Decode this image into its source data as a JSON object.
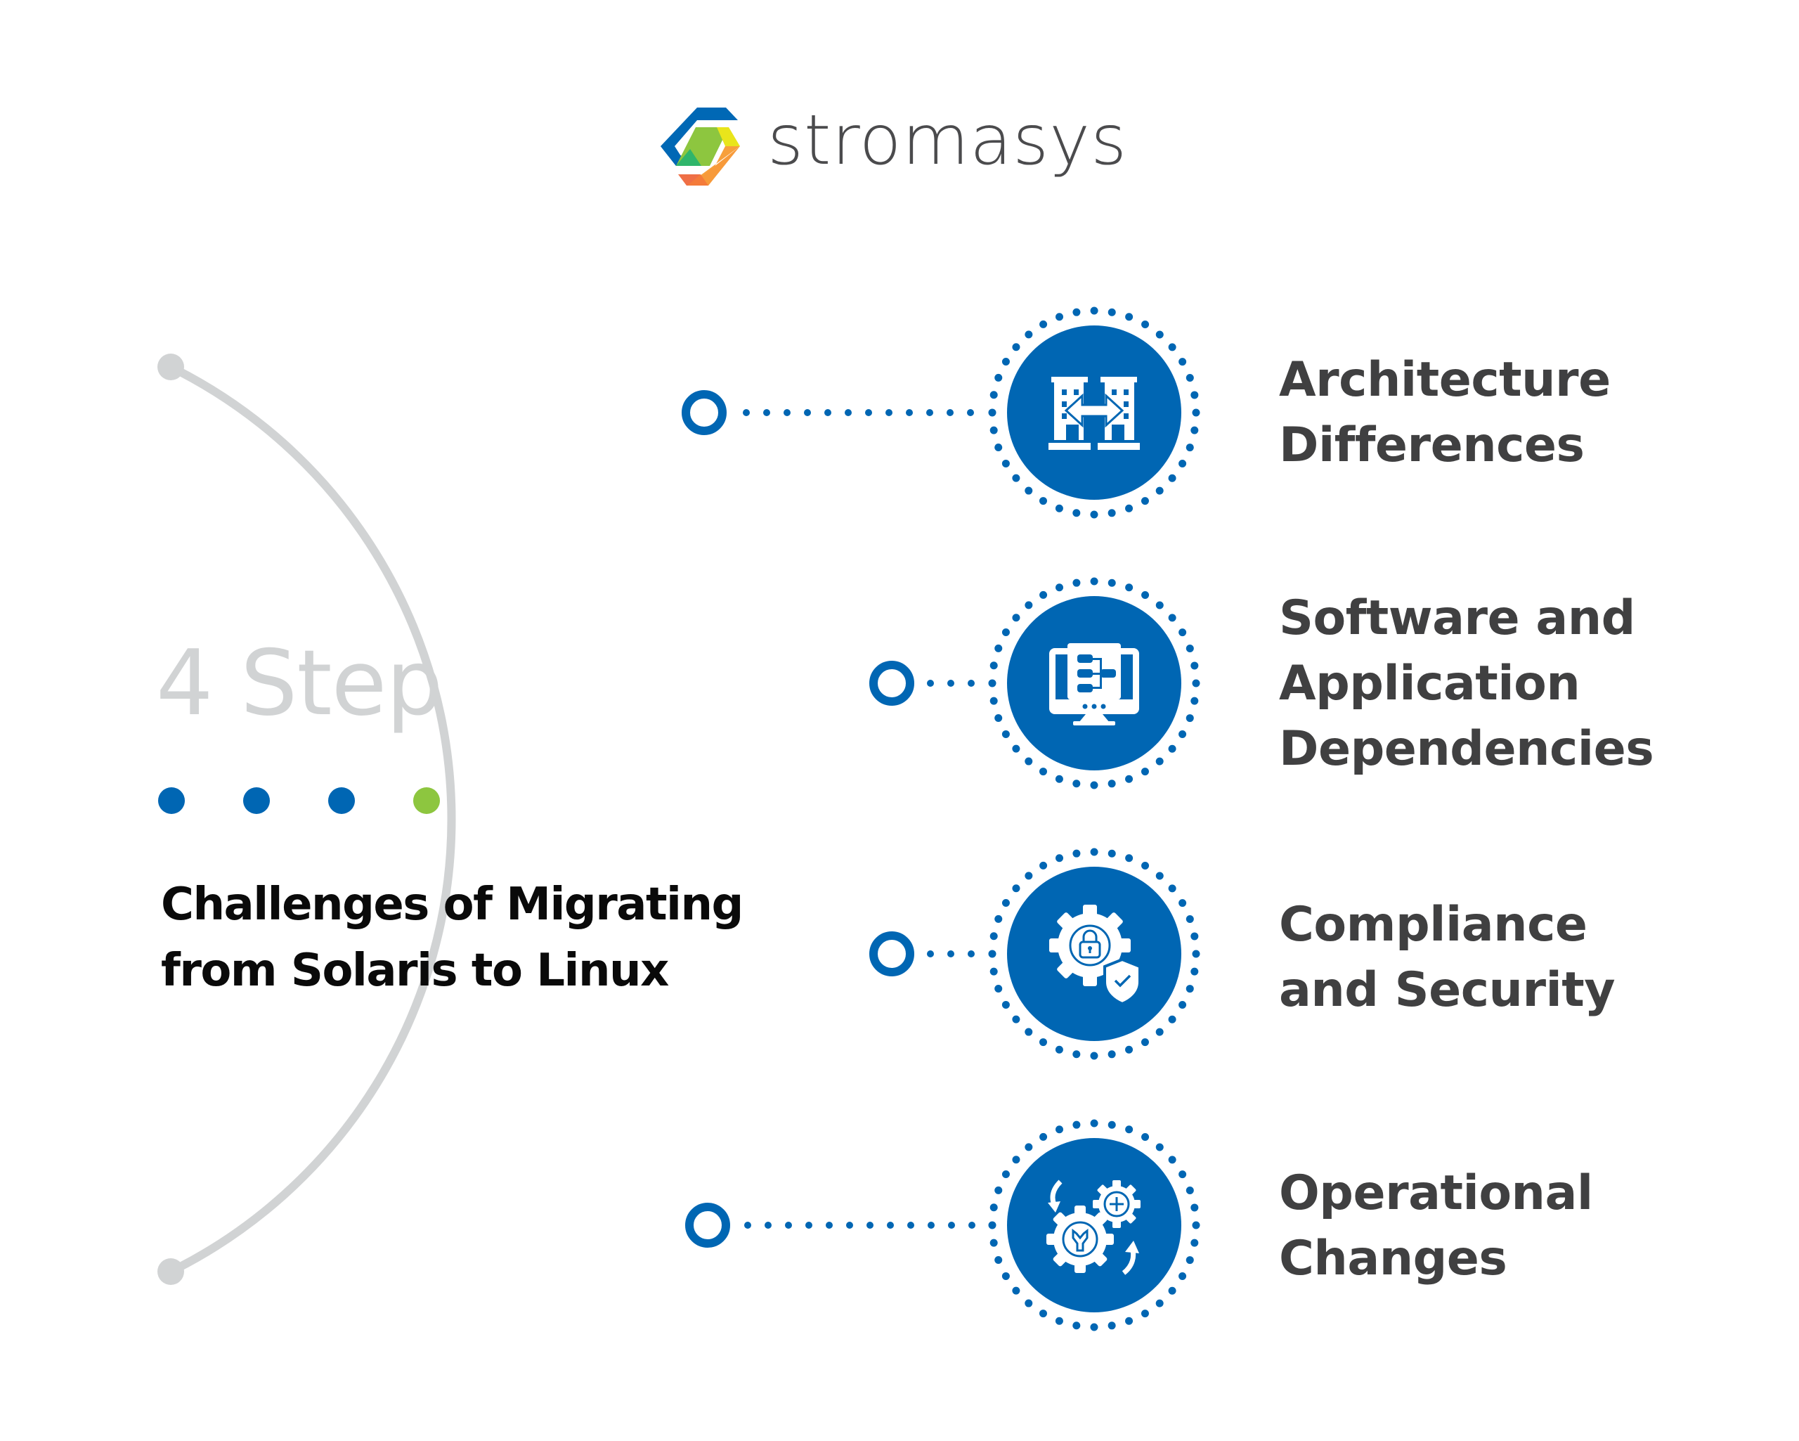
{
  "brand": {
    "name": "stromasys",
    "logo_colors": [
      "#0068b5",
      "#8dc63f",
      "#e9e51b",
      "#f7a03c",
      "#ef6f46",
      "#2fb56b"
    ]
  },
  "hero": {
    "step_count_label": "4 Step",
    "progress_dots": [
      {
        "color": "#0066b3"
      },
      {
        "color": "#0066b3"
      },
      {
        "color": "#0066b3"
      },
      {
        "color": "#8dc63f"
      }
    ],
    "title": "Challenges of Migrating\nfrom Solaris to Linux"
  },
  "colors": {
    "accent_blue": "#0066b3",
    "accent_green": "#8dc63f",
    "arc_gray": "#d1d3d4",
    "label_text": "#404041",
    "title_text": "#0a0a0a",
    "step_text": "#d1d3d4"
  },
  "steps": [
    {
      "label": "Architecture\nDifferences",
      "icon": "buildings-exchange-icon"
    },
    {
      "label": "Software and\nApplication\nDependencies",
      "icon": "monitor-flowchart-icon"
    },
    {
      "label": "Compliance\nand Security",
      "icon": "gear-lock-shield-icon"
    },
    {
      "label": "Operational\nChanges",
      "icon": "gears-wrench-cycle-icon"
    }
  ]
}
